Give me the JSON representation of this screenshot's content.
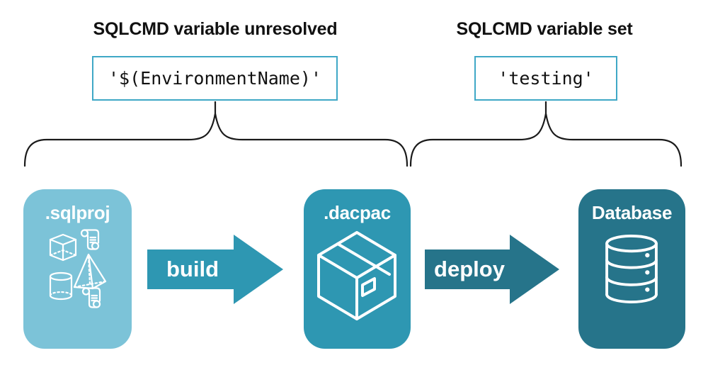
{
  "annotations": {
    "left": {
      "title": "SQLCMD variable unresolved",
      "value": "'$(EnvironmentName)'"
    },
    "right": {
      "title": "SQLCMD variable set",
      "value": "'testing'"
    }
  },
  "nodes": [
    {
      "id": "sqlproj",
      "label": ".sqlproj",
      "color": "#7cc3d8",
      "icon": "sql-objects-icon"
    },
    {
      "id": "dacpac",
      "label": ".dacpac",
      "color": "#2e97b2",
      "icon": "package-icon"
    },
    {
      "id": "database",
      "label": "Database",
      "color": "#26748a",
      "icon": "database-icon"
    }
  ],
  "arrows": [
    {
      "label": "build",
      "color": "#2e97b2"
    },
    {
      "label": "deploy",
      "color": "#26748a"
    }
  ],
  "colors": {
    "background": "#ffffff",
    "heading_text": "#111111",
    "value_box_border": "#3fa8c6",
    "brace_stroke": "#1a1a1a",
    "icon_stroke": "#ffffff"
  }
}
